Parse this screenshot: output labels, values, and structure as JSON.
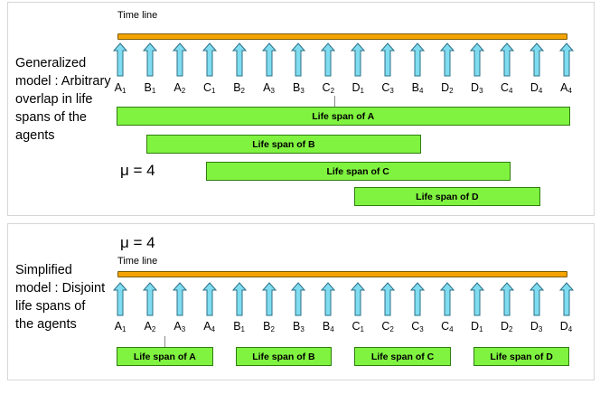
{
  "sections": [
    {
      "timeline_title": "Time line",
      "description": [
        "Generalized",
        "model : Arbitrary",
        "overlap in life",
        "spans of the",
        "agents"
      ],
      "mu_label": "μ = 4",
      "markers": [
        {
          "letter": "A",
          "index": "1"
        },
        {
          "letter": "B",
          "index": "1"
        },
        {
          "letter": "A",
          "index": "2"
        },
        {
          "letter": "C",
          "index": "1"
        },
        {
          "letter": "B",
          "index": "2"
        },
        {
          "letter": "A",
          "index": "3"
        },
        {
          "letter": "B",
          "index": "3"
        },
        {
          "letter": "C",
          "index": "2"
        },
        {
          "letter": "D",
          "index": "1"
        },
        {
          "letter": "C",
          "index": "3"
        },
        {
          "letter": "B",
          "index": "4"
        },
        {
          "letter": "D",
          "index": "2"
        },
        {
          "letter": "D",
          "index": "3"
        },
        {
          "letter": "C",
          "index": "4"
        },
        {
          "letter": "D",
          "index": "4"
        },
        {
          "letter": "A",
          "index": "4"
        }
      ],
      "spans": [
        {
          "label": "Life span of A",
          "start": 0,
          "end": 15
        },
        {
          "label": "Life span of B",
          "start": 1,
          "end": 10
        },
        {
          "label": "Life span of C",
          "start": 3,
          "end": 13
        },
        {
          "label": "Life span of D",
          "start": 8,
          "end": 14
        }
      ]
    },
    {
      "timeline_title": "Time line",
      "description": [
        "Simplified",
        "model : Disjoint",
        "life spans of",
        "the agents"
      ],
      "mu_label": "μ = 4",
      "markers": [
        {
          "letter": "A",
          "index": "1"
        },
        {
          "letter": "A",
          "index": "2"
        },
        {
          "letter": "A",
          "index": "3"
        },
        {
          "letter": "A",
          "index": "4"
        },
        {
          "letter": "B",
          "index": "1"
        },
        {
          "letter": "B",
          "index": "2"
        },
        {
          "letter": "B",
          "index": "3"
        },
        {
          "letter": "B",
          "index": "4"
        },
        {
          "letter": "C",
          "index": "1"
        },
        {
          "letter": "C",
          "index": "2"
        },
        {
          "letter": "C",
          "index": "3"
        },
        {
          "letter": "C",
          "index": "4"
        },
        {
          "letter": "D",
          "index": "1"
        },
        {
          "letter": "D",
          "index": "2"
        },
        {
          "letter": "D",
          "index": "3"
        },
        {
          "letter": "D",
          "index": "4"
        }
      ],
      "spans": [
        {
          "label": "Life span of A",
          "start": 0,
          "end": 3
        },
        {
          "label": "Life span of B",
          "start": 4,
          "end": 7
        },
        {
          "label": "Life span of C",
          "start": 8,
          "end": 11
        },
        {
          "label": "Life span of D",
          "start": 12,
          "end": 15
        }
      ]
    }
  ],
  "colors": {
    "timeline": "#f5a300",
    "arrow_fill": "#7fdcf0",
    "arrow_stroke": "#2b6f86",
    "span_fill": "#80f340",
    "span_stroke": "#2f7d10"
  }
}
